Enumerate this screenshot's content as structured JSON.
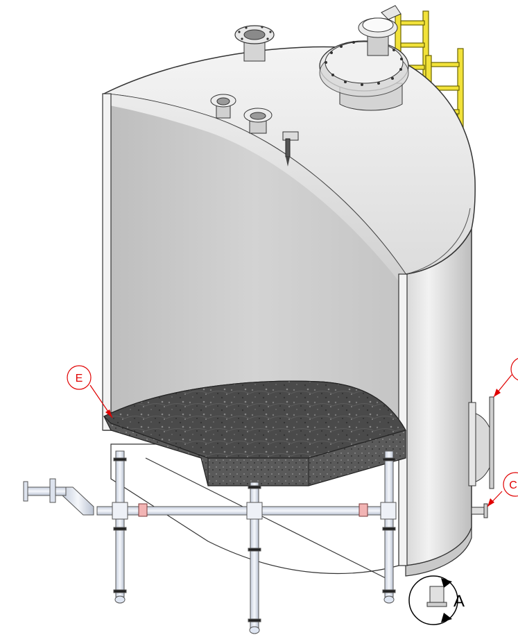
{
  "callouts": {
    "e": "E",
    "c": "C",
    "a": "A"
  },
  "colors": {
    "shell": "#e2e2e2",
    "shell_shadow": "#b4b4b4",
    "interior": "#cfcfcf",
    "ladder": "#f2e23a",
    "pipe": "#dfe6f2",
    "bed": "#4a4a4a",
    "callout": "#e00000",
    "sensor": "#f2b4b4"
  },
  "icons": {
    "nozzle": "flange-nozzle-icon",
    "manway": "manway-cover-icon",
    "ladder": "ladder-icon",
    "probe": "sensor-probe-icon",
    "support": "support-bracket-icon"
  }
}
